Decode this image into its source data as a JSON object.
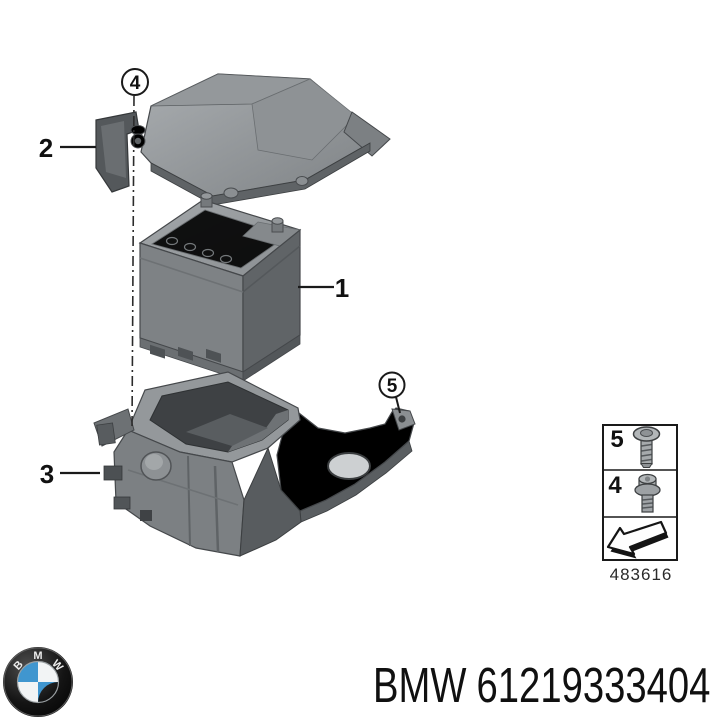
{
  "diagram": {
    "callouts": {
      "battery": {
        "label": "1"
      },
      "cover": {
        "label": "2"
      },
      "tray": {
        "label": "3"
      },
      "cover_screw": {
        "label": "4"
      },
      "tray_screw": {
        "label": "5"
      }
    },
    "legend": {
      "rows": [
        {
          "label": "5",
          "icon": "torx-pan-screw-icon"
        },
        {
          "label": "4",
          "icon": "flange-bolt-icon"
        }
      ],
      "direction_icon": "direction-arrow-icon",
      "code": "483616"
    }
  },
  "footer": {
    "brand": "BMW",
    "part_number": "61219333404",
    "logo_letters": [
      "B",
      "M",
      "W"
    ]
  },
  "colors": {
    "background": "#ffffff",
    "line": "#1a1a1a",
    "part_light": "#a8acae",
    "part_mid": "#84888b",
    "part_dark": "#55585a",
    "cavity_dark": "#3e4144",
    "bmw_blue": "#4096cf"
  }
}
